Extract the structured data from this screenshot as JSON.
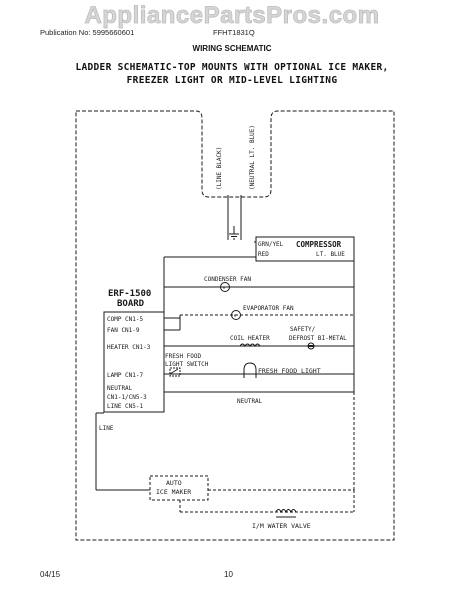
{
  "watermark": "AppliancePartsPros.com",
  "header": {
    "publication": "Publication No: 5995660601",
    "model": "FFHT1831Q",
    "section": "WIRING SCHEMATIC"
  },
  "schematic": {
    "title_line1": "LADDER SCHEMATIC-TOP MOUNTS WITH OPTIONAL ICE MAKER,",
    "title_line2": "FREEZER LIGHT OR MID-LEVEL LIGHTING",
    "line_black": "(LINE BLACK)",
    "neutral_blue": "(NEUTRAL LT. BLUE)",
    "grn_yel": "GRN/YEL",
    "compressor": "COMPRESSOR",
    "red": "RED",
    "lt_blue": "LT. BLUE",
    "condenser_fan": "CONDENSER FAN",
    "board_line1": "ERF-1500",
    "board_line2": "BOARD",
    "evaporator_fan": "EVAPORATOR FAN",
    "comp_cn": "COMP CN1-5",
    "fan_cn": "FAN CN1-9",
    "safety": "SAFETY/",
    "coil_heater": "COIL HEATER",
    "defrost_bimetal": "DEFROST BI-METAL",
    "heater_cn": "HEATER CN1-3",
    "fresh_food": "FRESH FOOD",
    "light_switch": "LIGHT SWITCH",
    "lamp_cn": "LAMP CN1-7",
    "fresh_food_light": "FRESH FOOD LIGHT",
    "neutral_cn": "NEUTRAL",
    "neutral_cn2": "CN1-1/CN5-3",
    "line_cn": "LINE CN5-1",
    "neutral": "NEUTRAL",
    "line": "LINE",
    "auto": "AUTO",
    "ice_maker": "ICE MAKER",
    "im_water_valve": "I/M WATER VALVE",
    "motor_symbol": "M"
  },
  "footer": {
    "date": "04/15",
    "page": "10"
  }
}
